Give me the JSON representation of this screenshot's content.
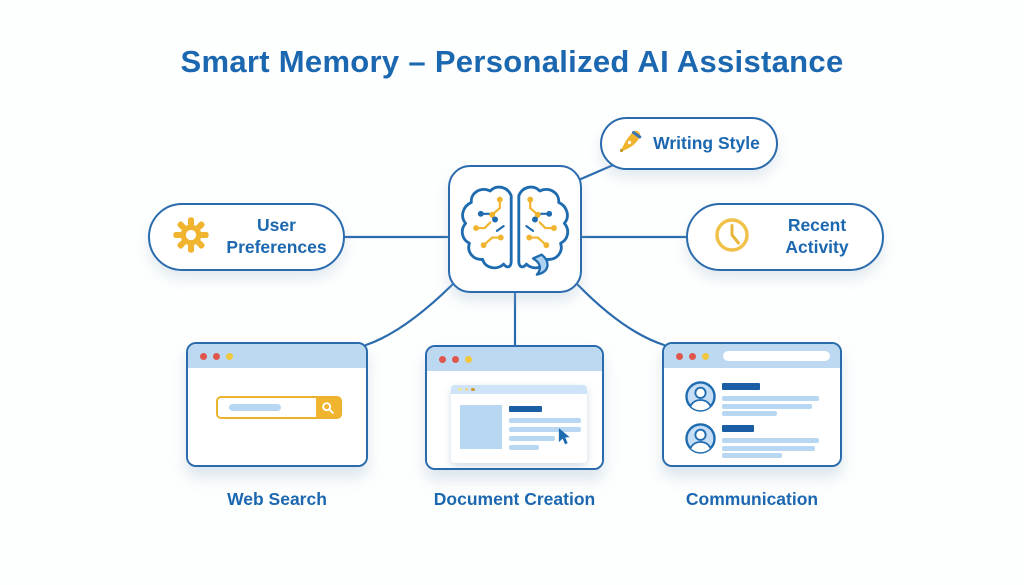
{
  "title": "Smart Memory – Personalized AI Assistance",
  "center_node": {
    "name": "AI brain with circuit nodes"
  },
  "bubbles": {
    "writing_style": {
      "label": "Writing Style",
      "icon": "pen-icon"
    },
    "user_preferences": {
      "label": "User Preferences",
      "icon": "gear-icon"
    },
    "recent_activity": {
      "label": "Recent Activity",
      "icon": "clock-icon"
    }
  },
  "windows": {
    "web_search": {
      "label": "Web Search",
      "content": "search bar with magnifier button"
    },
    "document_creation": {
      "label": "Document Creation",
      "content": "document editor with image block, heading, text lines and cursor"
    },
    "communication": {
      "label": "Communication",
      "content": "contact list with two avatars, names and message lines"
    }
  },
  "colors": {
    "primary_text": "#1b67b0",
    "connector_line": "#2a6bad",
    "gold": "#f0b42f",
    "titlebar_blue": "#bcd9f1",
    "light_line_blue": "#b8d7f2",
    "dark_bar_blue": "#1a5ea6",
    "control_dot_red": "#e0564c",
    "control_dot_yellow": "#f0c63e",
    "search_border": "#ecb22e"
  }
}
